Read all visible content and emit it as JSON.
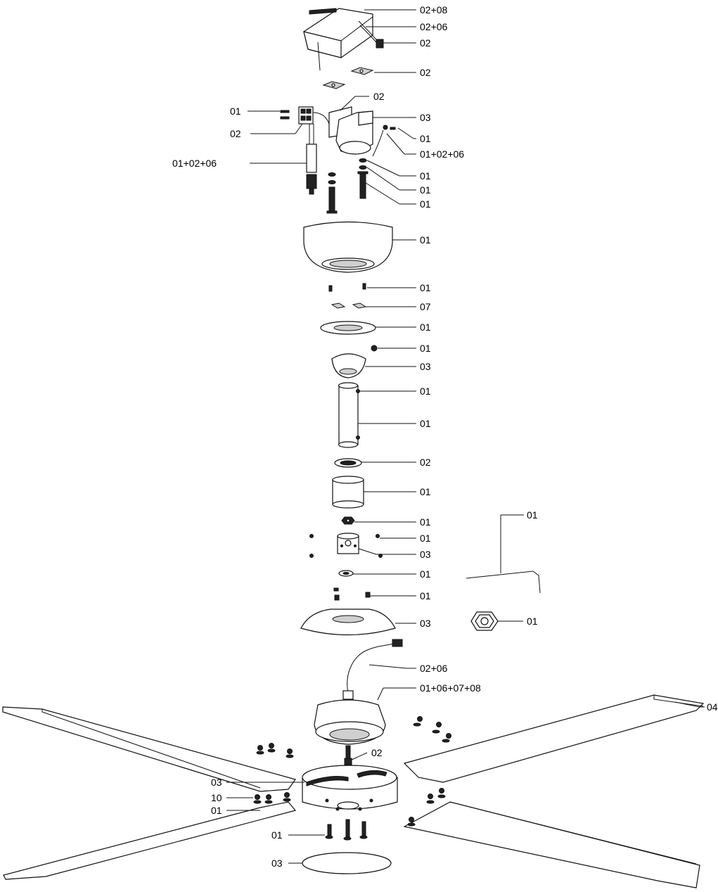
{
  "labels": {
    "l1": "02+08",
    "l2": "02+06",
    "l3": "02",
    "l4": "02",
    "l5": "02",
    "l6": "03",
    "l7": "01",
    "l8": "01+02+06",
    "l9": "01",
    "l10": "01",
    "l11": "01",
    "l12": "01",
    "l13": "02",
    "l14": "01+02+06",
    "l15": "01",
    "l16": "01",
    "l17": "07",
    "l18": "01",
    "l19": "01",
    "l20": "03",
    "l21": "01",
    "l22": "01",
    "l23": "02",
    "l24": "01",
    "l25": "01",
    "l26": "01",
    "l27": "03",
    "l28": "01",
    "l29": "01",
    "l30": "01",
    "l31": "03",
    "l32": "01",
    "l33": "02+06",
    "l34": "01+06+07+08",
    "l35": "04",
    "l36": "02",
    "l37": "03",
    "l38": "10",
    "l39": "01",
    "l40": "01",
    "l41": "03"
  }
}
